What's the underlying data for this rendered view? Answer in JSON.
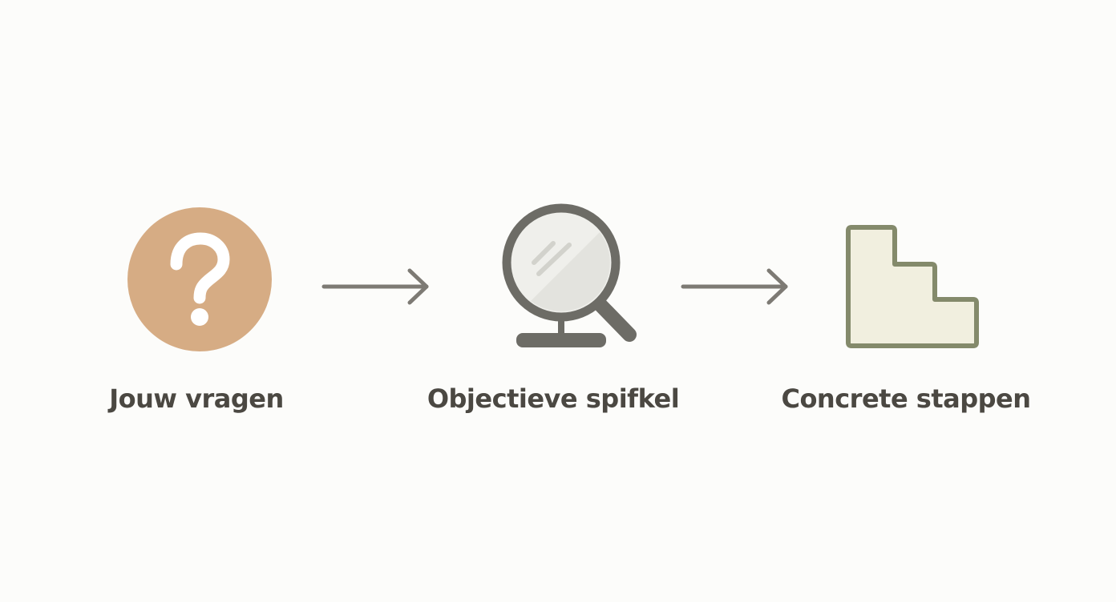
{
  "steps": [
    {
      "label": "Jouw vragen",
      "icon": "question-mark-icon"
    },
    {
      "label": "Objectieve spifkel",
      "icon": "magnifying-mirror-icon"
    },
    {
      "label": "Concrete stappen",
      "icon": "stairs-icon"
    }
  ],
  "colors": {
    "background": "#fcfcfa",
    "question_circle": "#d6ac84",
    "mirror_frame": "#6d6c66",
    "mirror_glass": "#efefeb",
    "stairs_fill": "#f1efdf",
    "stairs_stroke": "#848a6b",
    "arrow": "#7d7a74",
    "label_text": "#4b4842"
  }
}
